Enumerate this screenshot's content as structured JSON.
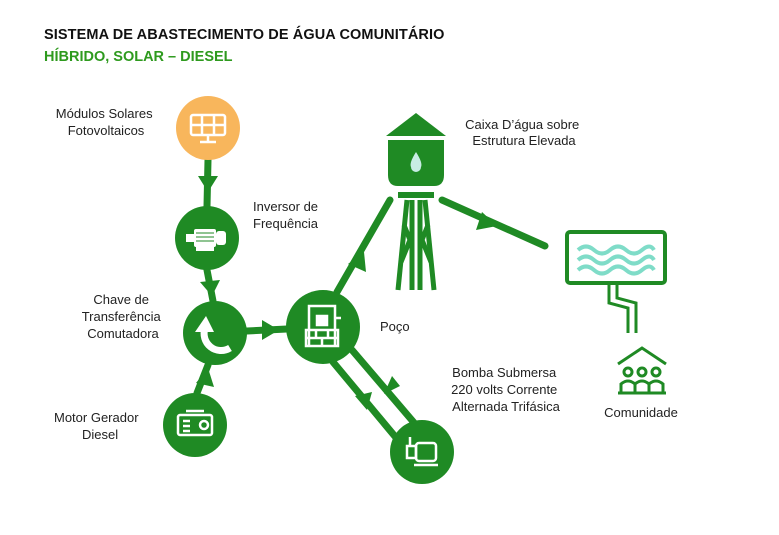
{
  "header": {
    "title": "SISTEMA DE ABASTECIMENTO DE ÁGUA COMUNITÁRIO",
    "subtitle": "HÍBRIDO, SOLAR – DIESEL"
  },
  "nodes": {
    "solar": {
      "line1": "Módulos Solares",
      "line2": "Fotovoltaicos",
      "icon": "solar-panel-icon"
    },
    "inverter": {
      "line1": "Inversor de",
      "line2": "Frequência",
      "icon": "motor-icon"
    },
    "switch": {
      "line1": "Chave de",
      "line2": "Transferência",
      "line3": "Comutadora",
      "icon": "switch-arrow-icon"
    },
    "generator": {
      "line1": "Motor Gerador",
      "line2": "Diesel",
      "icon": "generator-icon"
    },
    "well": {
      "line1": "Poço",
      "icon": "well-icon"
    },
    "pump": {
      "line1": "Bomba Submersa",
      "line2": "220 volts Corrente",
      "line3": "Alternada Trifásica",
      "icon": "pump-icon"
    },
    "tower": {
      "line1": "Caixa D’água sobre",
      "line2": "Estrutura Elevada",
      "icon": "water-tower-icon"
    },
    "community": {
      "line1": "Comunidade",
      "icon": "community-icon"
    }
  },
  "colors": {
    "green": "#1f8a24",
    "orange": "#f8b65c",
    "water": "#7fdcc8",
    "subtitle": "#2e9a1e"
  }
}
